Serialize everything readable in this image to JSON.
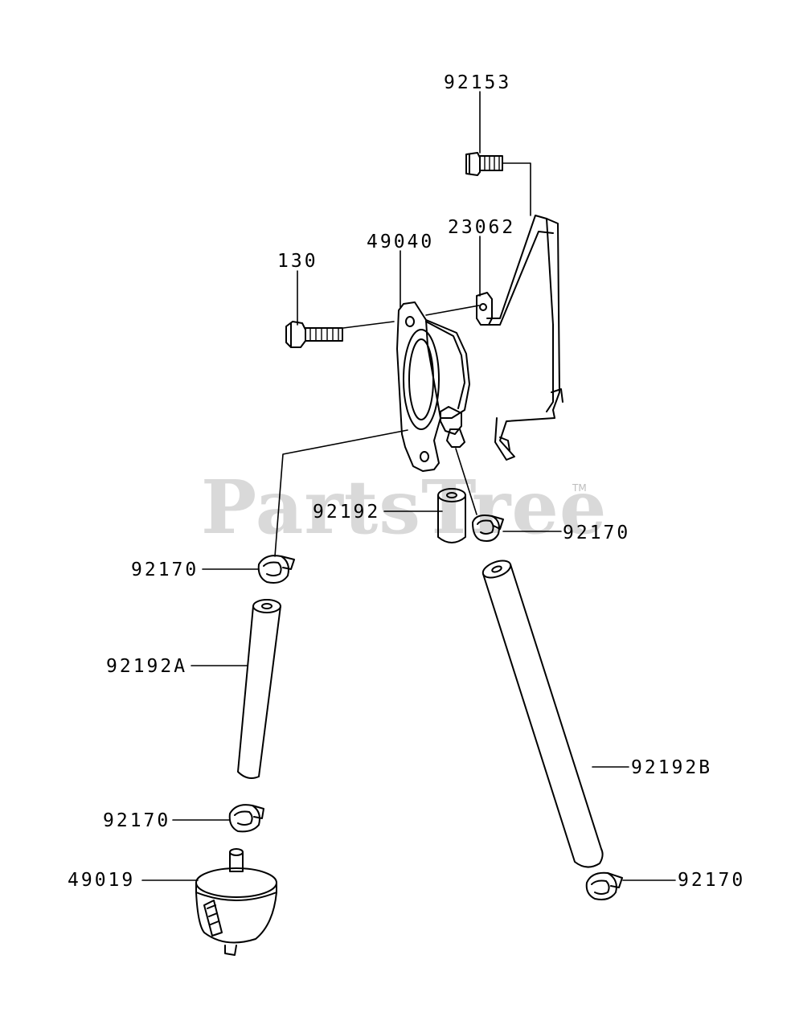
{
  "watermark": {
    "text": "PartsTree",
    "mark": "TM"
  },
  "callouts": {
    "bolt_top": "92153",
    "bracket": "23062",
    "pump": "49040",
    "bolt_left": "130",
    "hose_short": "92192",
    "clamp_pump_outlet": "92170",
    "clamp_pump_inlet": "92170",
    "hose_a": "92192A",
    "clamp_filter_top": "92170",
    "filter": "49019",
    "hose_b": "92192B",
    "clamp_hose_b_end": "92170"
  }
}
